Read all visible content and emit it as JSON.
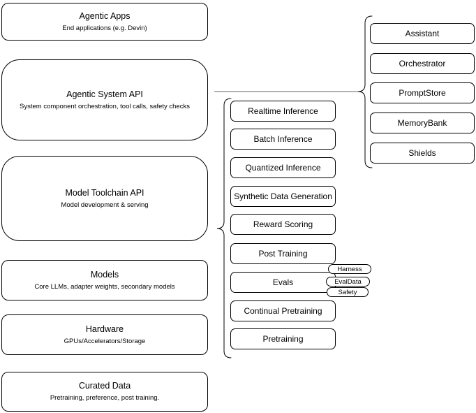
{
  "left_column": {
    "boxes": [
      {
        "title": "Agentic Apps",
        "subtitle": "End applications (e.g. Devin)"
      },
      {
        "title": "Agentic System API",
        "subtitle": "System component orchestration, tool calls, safety checks"
      },
      {
        "title": "Model Toolchain API",
        "subtitle": "Model development & serving"
      },
      {
        "title": "Models",
        "subtitle": "Core LLMs, adapter weights, secondary models"
      },
      {
        "title": "Hardware",
        "subtitle": "GPUs/Accelerators/Storage"
      },
      {
        "title": "Curated Data",
        "subtitle": "Pretraining, preference, post training."
      }
    ]
  },
  "toolchain_group": {
    "items": [
      {
        "label": "Realtime Inference"
      },
      {
        "label": "Batch Inference"
      },
      {
        "label": "Quantized Inference"
      },
      {
        "label": "Synthetic Data Generation"
      },
      {
        "label": "Reward Scoring"
      },
      {
        "label": "Post Training"
      },
      {
        "label": "Evals"
      },
      {
        "label": "Continual Pretraining"
      },
      {
        "label": "Pretraining"
      }
    ],
    "evals_tags": [
      {
        "label": "Harness"
      },
      {
        "label": "EvalData"
      },
      {
        "label": "Safety"
      }
    ]
  },
  "system_group": {
    "items": [
      {
        "label": "Assistant"
      },
      {
        "label": "Orchestrator"
      },
      {
        "label": "PromptStore"
      },
      {
        "label": "MemoryBank"
      },
      {
        "label": "Shields"
      }
    ]
  },
  "colors": {
    "box_stroke": "#000000",
    "brace_stroke": "#000000",
    "connector_stroke": "#666666",
    "background": "#ffffff",
    "text": "#000000"
  }
}
